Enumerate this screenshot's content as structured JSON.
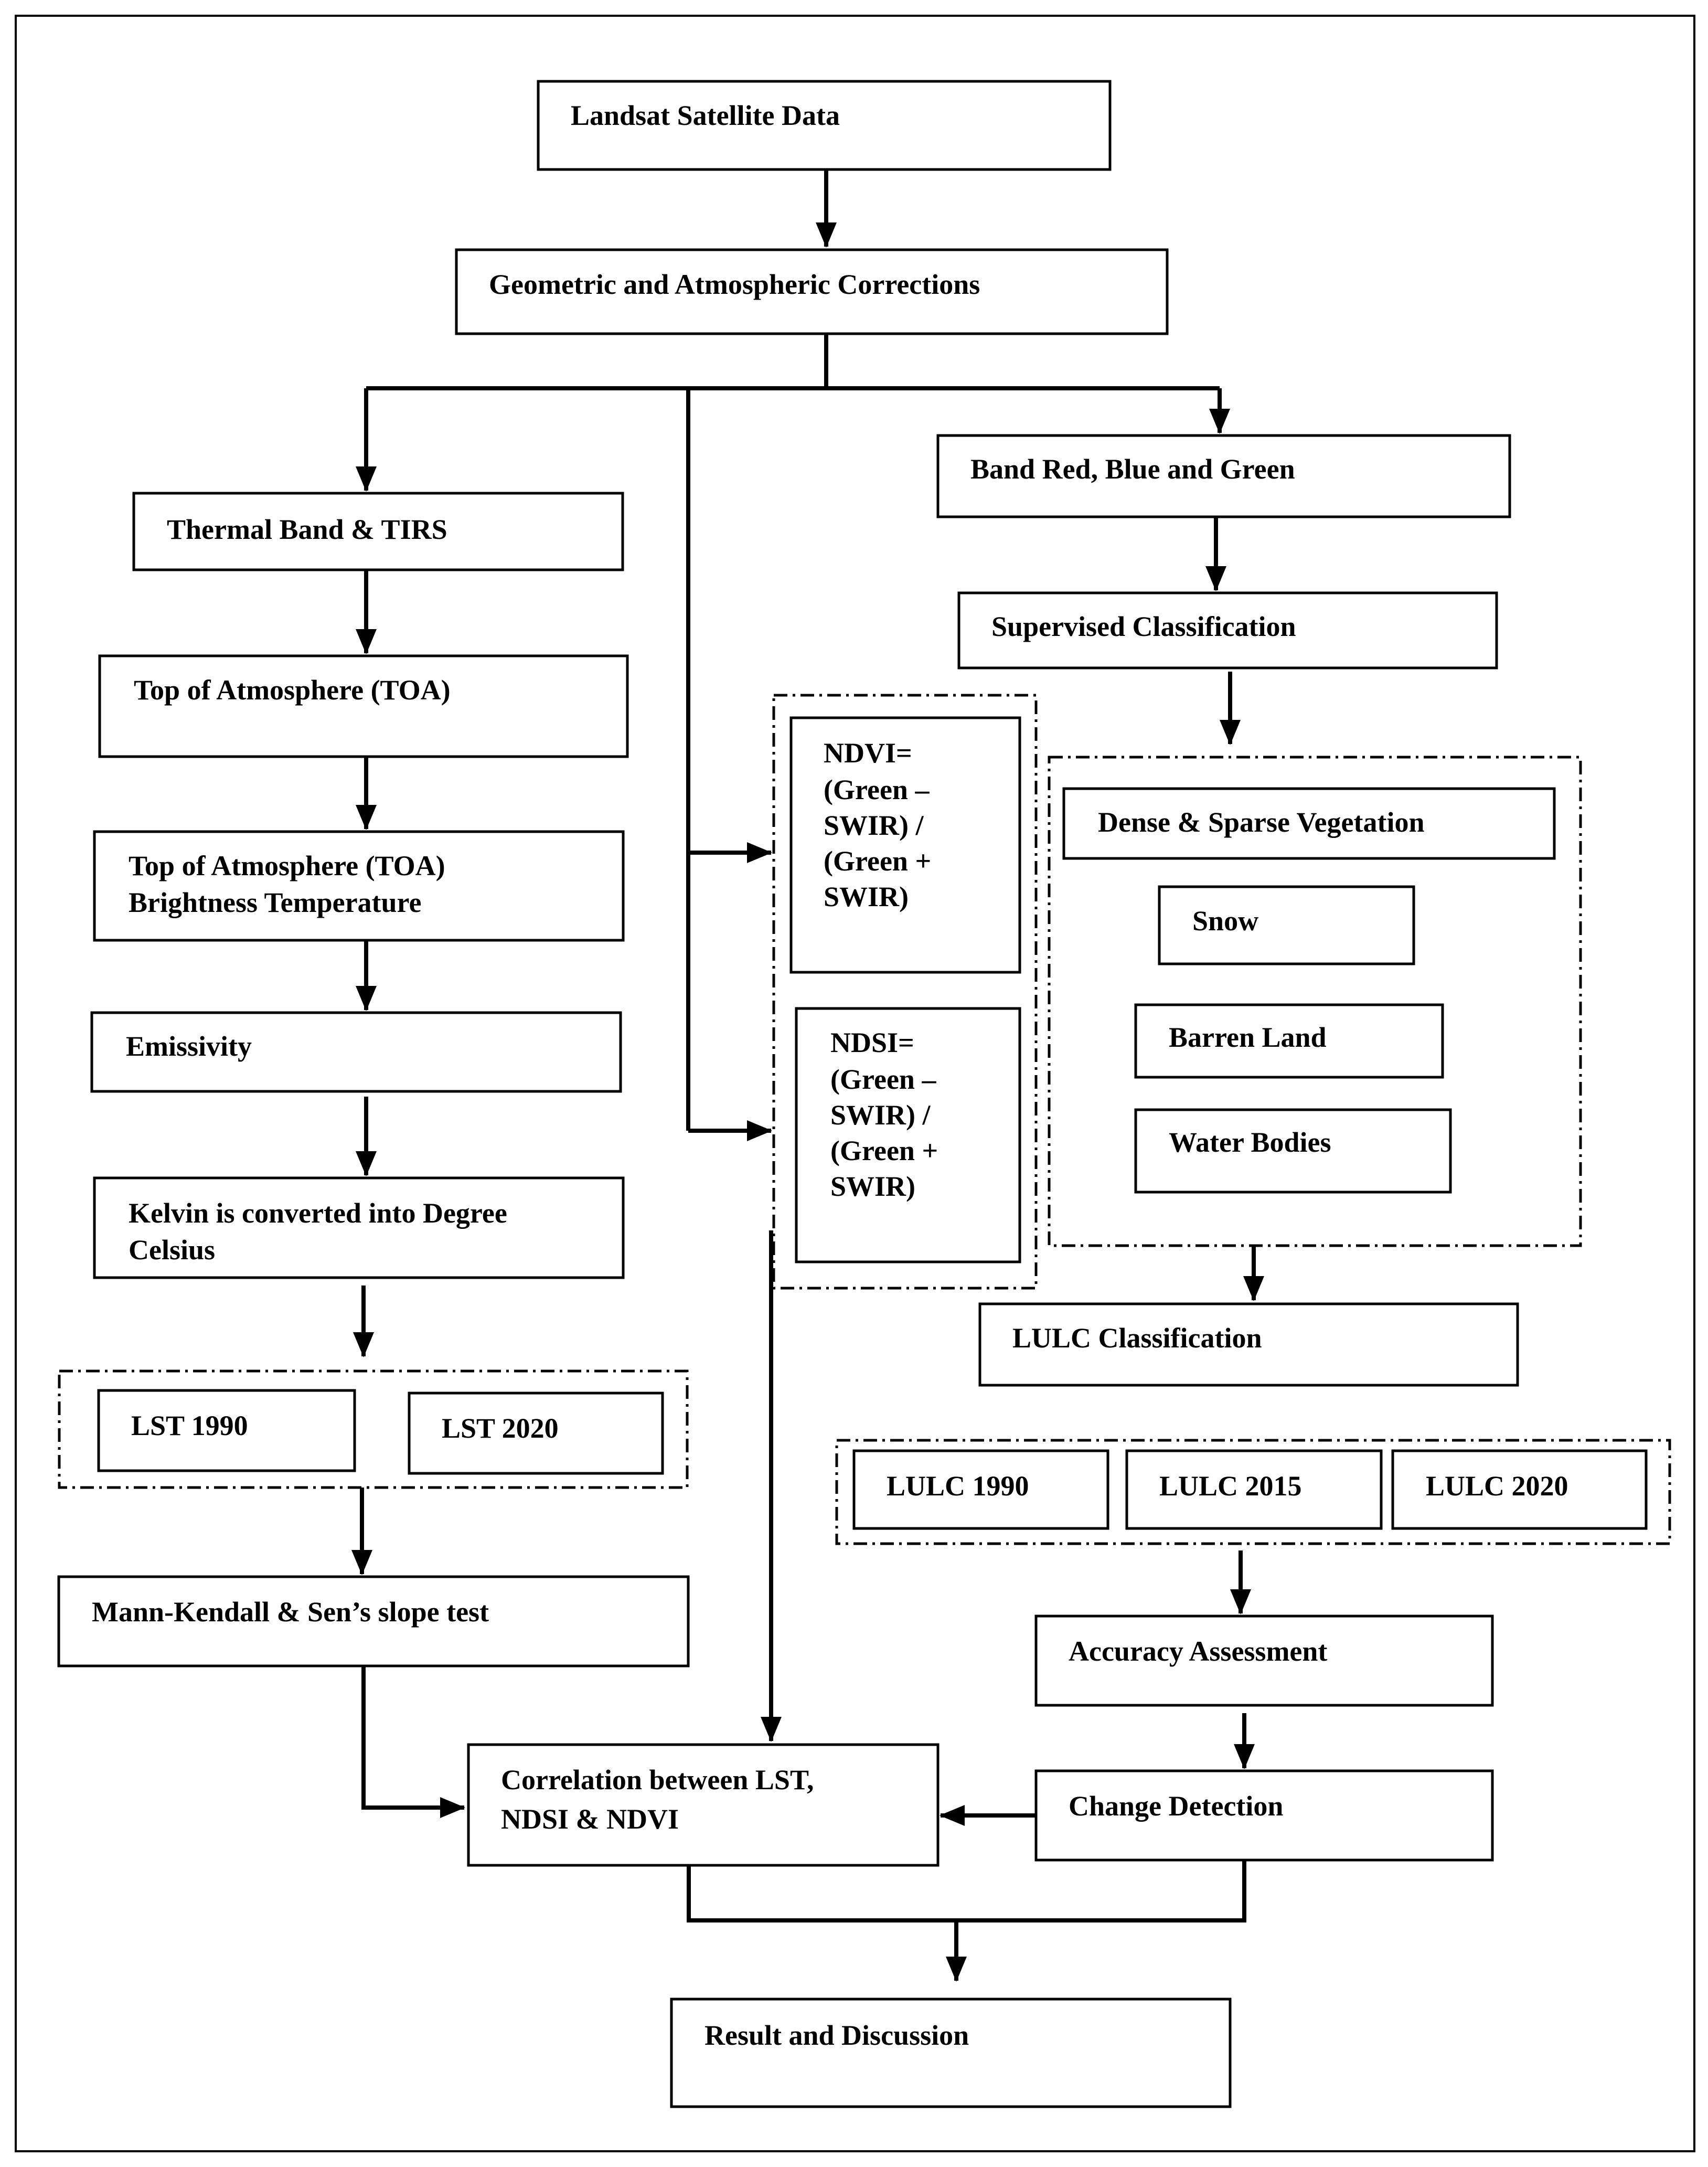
{
  "nodes": {
    "landsat": "Landsat Satellite Data",
    "corrections": "Geometric and Atmospheric Corrections",
    "thermal": "Thermal Band & TIRS",
    "band_rgb": "Band Red, Blue and Green",
    "supervised": "Supervised Classification",
    "toa": "Top of Atmosphere (TOA)",
    "toa_bt": [
      "Top of Atmosphere (TOA)",
      "Brightness Temperature"
    ],
    "emissivity": "Emissivity",
    "kelvin": [
      "Kelvin is converted into Degree",
      "Celsius"
    ],
    "lst_1990": "LST 1990",
    "lst_2020": "LST 2020",
    "mann_kendall": "Mann-Kendall & Sen’s slope test",
    "ndvi": [
      "NDVI=",
      "",
      "(Green –",
      "SWIR) /",
      "(Green +",
      "SWIR)"
    ],
    "ndsi": [
      "NDSI=",
      "",
      "(Green –",
      "SWIR) /",
      "(Green +",
      "SWIR)"
    ],
    "dense_sparse": "Dense & Sparse Vegetation",
    "snow": "Snow",
    "barren": "Barren Land",
    "water": "Water Bodies",
    "lulc_classification": "LULC Classification",
    "lulc_1990": "LULC 1990",
    "lulc_2015": "LULC 2015",
    "lulc_2020": "LULC 2020",
    "accuracy": "Accuracy Assessment",
    "change": "Change Detection",
    "correlation": [
      "Correlation between LST,",
      "NDSI & NDVI"
    ],
    "result": "Result and Discussion"
  }
}
